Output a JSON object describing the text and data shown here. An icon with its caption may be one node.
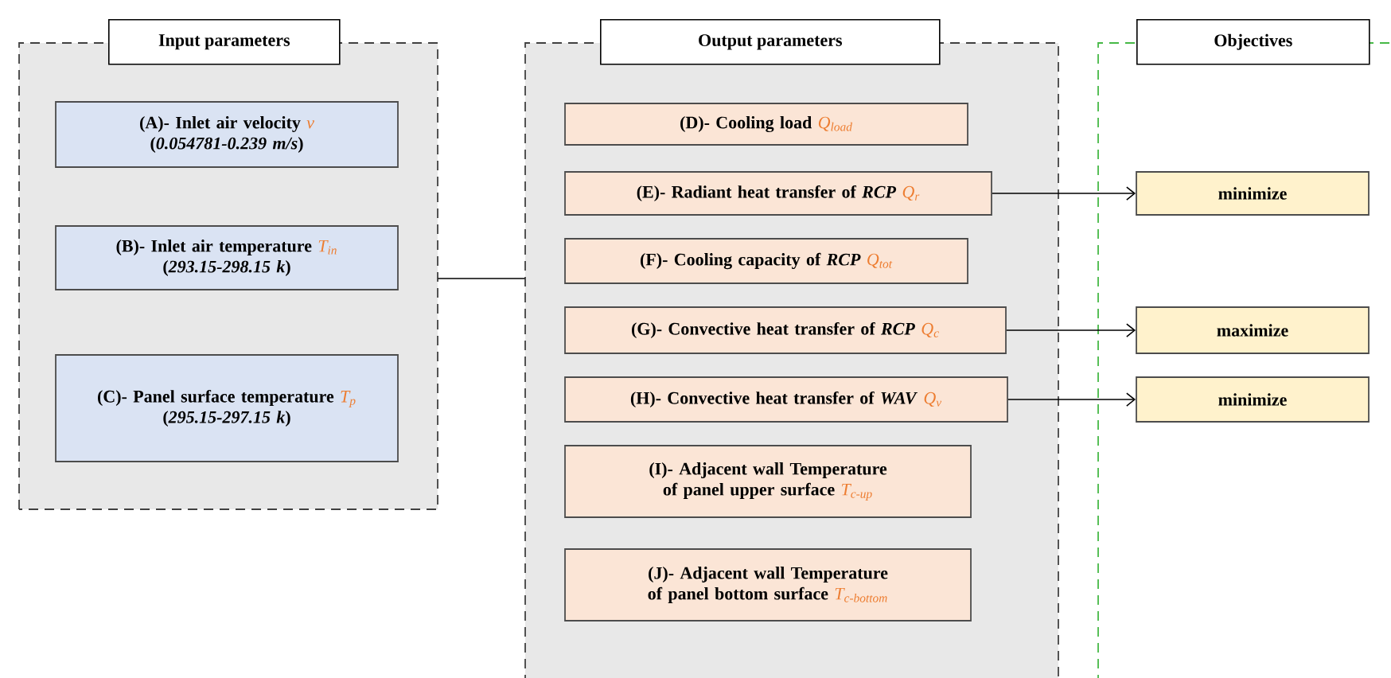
{
  "diagram": {
    "nodes": [
      {
        "text": [
          "Input parameters"
        ]
      },
      {
        "text": [
          "(A)- Inlet air velocity",
          "v",
          "(*0.054781-0.239 m/s*)"
        ],
        "in": 0
      },
      {
        "text": [
          "(B)- Inlet air temperature",
          "T$_{in}$",
          "(*293.15-298.15 k*)"
        ],
        "in": 0
      },
      {
        "text": [
          "(C)- Panel surface temperature",
          "T$_{p}$",
          "(*295.15-297.15 k*)"
        ],
        "in": 0
      },
      {
        "text": [
          "Output parameters"
        ]
      },
      {
        "text": [
          "(D)- Cooling load",
          "Q$_{load}$"
        ],
        "in": 4
      },
      {
        "text": [
          "(E)- Radiant heat transfer of *RCP*",
          "Q$_{r}$"
        ],
        "in": 4
      },
      {
        "text": [
          "(F)- Cooling capacity of *RCP*",
          "Q$_{tot}$"
        ],
        "in": 4
      },
      {
        "text": [
          "(G)- Convective heat transfer of *RCP*",
          "Q$_{c}$"
        ],
        "in": 4
      },
      {
        "text": [
          "(H)- Convective heat transfer of *WAV*",
          "Q$_{v}$"
        ],
        "in": 4
      },
      {
        "text": [
          "(I)- Adjacent wall Temperature of panel upper surface",
          "T$_{c-up}$"
        ],
        "in": 4
      },
      {
        "text": [
          "(J)- Adjacent wall Temperature of panel bottom surface",
          "T$_{c-bottom}$"
        ],
        "in": 4
      },
      {
        "text": [
          "Objectives"
        ]
      },
      {
        "text": [
          "minimize"
        ],
        "in": 12
      },
      {
        "text": [
          "maximize"
        ],
        "in": 12
      },
      {
        "text": [
          "minimize"
        ],
        "in": 12
      }
    ],
    "edges": [
      {
        "from": 0,
        "to": 4,
        "arrow": "none"
      },
      {
        "from": 6,
        "to": 13,
        "arrow": "to"
      },
      {
        "from": 8,
        "to": 14,
        "arrow": "to"
      },
      {
        "from": 9,
        "to": 15,
        "arrow": "to"
      }
    ]
  }
}
